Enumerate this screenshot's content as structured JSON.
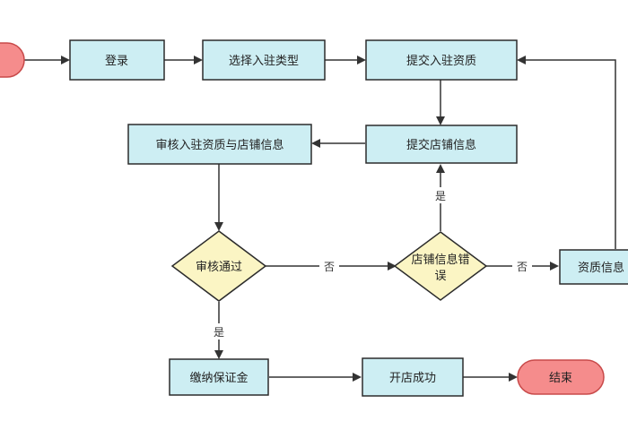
{
  "diagram": {
    "colors": {
      "process_fill": "#cdeef3",
      "process_stroke": "#2c2c2c",
      "decision_fill": "#fbf5c4",
      "terminal_fill": "#f58c8c",
      "terminal_stroke": "#c84a4a",
      "arrow": "#333333"
    },
    "nodes": {
      "start": "",
      "login": "登录",
      "select_type": "选择入驻类型",
      "submit_qual": "提交入驻资质",
      "submit_store": "提交店铺信息",
      "review": "审核入驻资质与店铺信息",
      "approved": "审核通过",
      "store_info_error_line1": "店铺信息错",
      "store_info_error_line2": "误",
      "qual_info": "资质信息",
      "pay_deposit": "缴纳保证金",
      "open_success": "开店成功",
      "end": "结束"
    },
    "edges": {
      "no_1": "否",
      "no_2": "否",
      "yes_1": "是",
      "yes_2": "是"
    }
  }
}
